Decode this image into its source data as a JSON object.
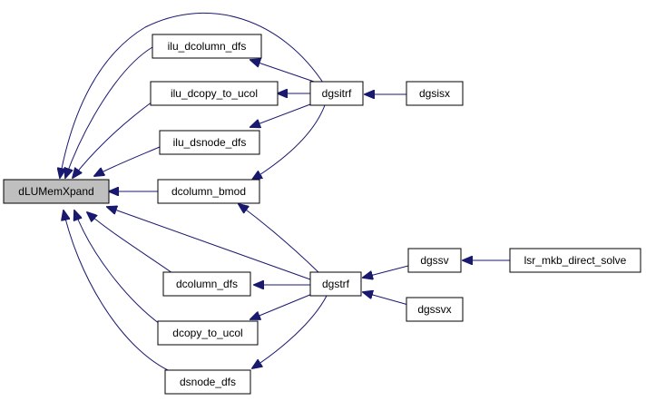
{
  "graph": {
    "colors": {
      "edge": "#191970",
      "root_fill": "#bfbfbf",
      "node_fill": "#ffffff",
      "border": "#000000"
    },
    "nodes": {
      "dLUMemXpand": "dLUMemXpand",
      "ilu_dcolumn_dfs": "ilu_dcolumn_dfs",
      "ilu_dcopy_to_ucol": "ilu_dcopy_to_ucol",
      "ilu_dsnode_dfs": "ilu_dsnode_dfs",
      "dcolumn_bmod": "dcolumn_bmod",
      "dcolumn_dfs": "dcolumn_dfs",
      "dcopy_to_ucol": "dcopy_to_ucol",
      "dsnode_dfs": "dsnode_dfs",
      "dgsitrf": "dgsitrf",
      "dgstrf": "dgstrf",
      "dgsisx": "dgsisx",
      "dgssv": "dgssv",
      "dgssvx": "dgssvx",
      "lsr_mkb_direct_solve": "lsr_mkb_direct_solve"
    }
  }
}
